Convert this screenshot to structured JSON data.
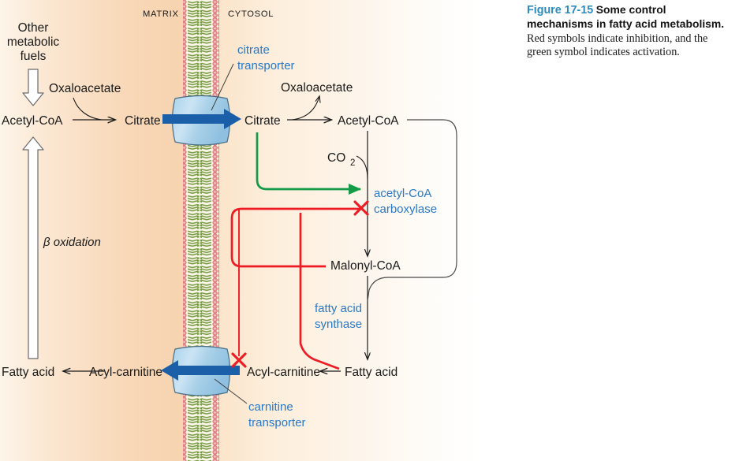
{
  "figure": {
    "number": "Figure 17-15",
    "title": "Some control mechanisms in fatty acid metabolism.",
    "description": "Red symbols indicate inhibition, and the green symbol indicates activation."
  },
  "compartments": {
    "matrix_label": "MATRIX",
    "cytosol_label": "CYTOSOL"
  },
  "transporters": {
    "citrate": "citrate\ntransporter",
    "citrate_line1": "citrate",
    "citrate_line2": "transporter",
    "carnitine_line1": "carnitine",
    "carnitine_line2": "transporter"
  },
  "enzymes": {
    "acc_line1": "acetyl-CoA",
    "acc_line2": "carboxylase",
    "fas_line1": "fatty acid",
    "fas_line2": "synthase"
  },
  "matrix": {
    "other_fuels_l1": "Other",
    "other_fuels_l2": "metabolic",
    "other_fuels_l3": "fuels",
    "oxaloacetate": "Oxaloacetate",
    "acetyl_coa": "Acetyl-CoA",
    "citrate": "Citrate",
    "beta_oxidation": "β oxidation",
    "fatty_acid": "Fatty acid",
    "acyl_carnitine": "Acyl-carnitine"
  },
  "cytosol": {
    "citrate": "Citrate",
    "oxaloacetate": "Oxaloacetate",
    "acetyl_coa": "Acetyl-CoA",
    "co2": "CO",
    "co2_sub": "2",
    "malonyl_coa": "Malonyl-CoA",
    "fatty_acid": "Fatty acid",
    "acyl_carnitine": "Acyl-carnitine"
  },
  "symbols": {
    "inhibition_mark": "✕",
    "inhibition_color": "#ED1C24",
    "activation_color": "#139B48",
    "transport_arrow_color": "#1B5FA8",
    "enzyme_label_color": "#2878C8",
    "figure_number_color": "#2b8cbe"
  },
  "chart_data": {
    "type": "diagram",
    "title": "Some control mechanisms in fatty acid metabolism",
    "nodes": [
      {
        "id": "other_fuels",
        "label": "Other metabolic fuels",
        "compartment": "matrix"
      },
      {
        "id": "m_acetyl_coa",
        "label": "Acetyl-CoA",
        "compartment": "matrix"
      },
      {
        "id": "m_oxaloacetate",
        "label": "Oxaloacetate",
        "compartment": "matrix"
      },
      {
        "id": "m_citrate",
        "label": "Citrate",
        "compartment": "matrix"
      },
      {
        "id": "m_fatty_acid",
        "label": "Fatty acid",
        "compartment": "matrix"
      },
      {
        "id": "m_acyl_carnitine",
        "label": "Acyl-carnitine",
        "compartment": "matrix"
      },
      {
        "id": "c_citrate",
        "label": "Citrate",
        "compartment": "cytosol"
      },
      {
        "id": "c_oxaloacetate",
        "label": "Oxaloacetate",
        "compartment": "cytosol"
      },
      {
        "id": "c_acetyl_coa",
        "label": "Acetyl-CoA",
        "compartment": "cytosol"
      },
      {
        "id": "malonyl_coa",
        "label": "Malonyl-CoA",
        "compartment": "cytosol"
      },
      {
        "id": "c_fatty_acid",
        "label": "Fatty acid",
        "compartment": "cytosol"
      },
      {
        "id": "c_acyl_carnitine",
        "label": "Acyl-carnitine",
        "compartment": "cytosol"
      }
    ],
    "edges": [
      {
        "from": "other_fuels",
        "to": "m_acetyl_coa",
        "kind": "hollow-arrow"
      },
      {
        "from": "m_fatty_acid",
        "to": "m_acetyl_coa",
        "kind": "hollow-arrow",
        "label": "β oxidation"
      },
      {
        "from": "m_acetyl_coa",
        "to": "m_citrate",
        "kind": "arrow",
        "cofactor": "Oxaloacetate"
      },
      {
        "from": "m_citrate",
        "to": "c_citrate",
        "kind": "transport",
        "via": "citrate transporter"
      },
      {
        "from": "c_citrate",
        "to": "c_acetyl_coa",
        "kind": "arrow",
        "product": "Oxaloacetate"
      },
      {
        "from": "c_acetyl_coa",
        "to": "malonyl_coa",
        "kind": "arrow",
        "enzyme": "acetyl-CoA carboxylase",
        "cofactor": "CO2"
      },
      {
        "from": "malonyl_coa",
        "to": "c_fatty_acid",
        "kind": "arrow",
        "enzyme": "fatty acid synthase"
      },
      {
        "from": "c_fatty_acid",
        "to": "c_acyl_carnitine",
        "kind": "arrow"
      },
      {
        "from": "c_acyl_carnitine",
        "to": "m_acyl_carnitine",
        "kind": "transport",
        "via": "carnitine transporter"
      },
      {
        "from": "m_acyl_carnitine",
        "to": "m_fatty_acid",
        "kind": "arrow"
      },
      {
        "from": "c_citrate",
        "to": "acetyl-CoA carboxylase",
        "kind": "activation",
        "color": "#139B48"
      },
      {
        "from": "malonyl_coa",
        "to": "acetyl-CoA carboxylase",
        "kind": "inhibition",
        "color": "#ED1C24"
      },
      {
        "from": "c_fatty_acid",
        "to": "carnitine transporter",
        "kind": "inhibition",
        "color": "#ED1C24"
      },
      {
        "from": "c_acetyl_coa",
        "to": "c_fatty_acid",
        "kind": "feedback-bracket"
      }
    ]
  }
}
